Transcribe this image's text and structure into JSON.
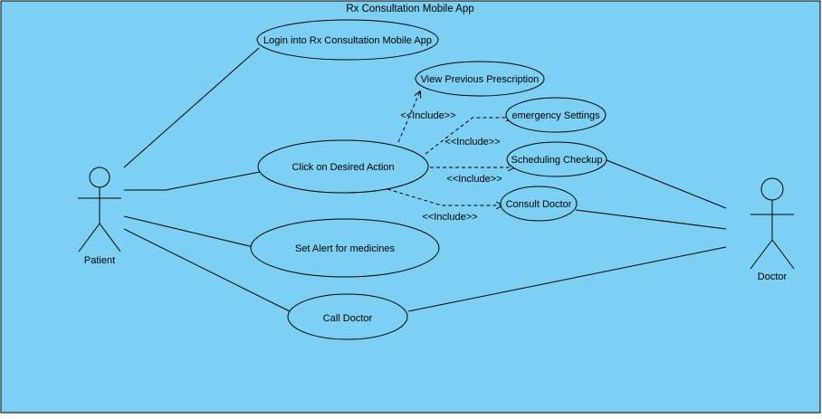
{
  "system": {
    "title": "Rx Consultation Mobile App",
    "background_color": "#7dcff3"
  },
  "actors": [
    {
      "id": "patient",
      "name": "Patient"
    },
    {
      "id": "doctor",
      "name": "Doctor"
    }
  ],
  "use_cases": [
    {
      "id": "login",
      "label": "Login into Rx Consultation Mobile App"
    },
    {
      "id": "view",
      "label": "View Previous Prescription"
    },
    {
      "id": "emergency",
      "label": "emergency Settings"
    },
    {
      "id": "click",
      "label": "Click on Desired Action"
    },
    {
      "id": "sched",
      "label": "Scheduling Checkup"
    },
    {
      "id": "consult",
      "label": "Consult Doctor"
    },
    {
      "id": "alert",
      "label": "Set Alert for medicines"
    },
    {
      "id": "call",
      "label": "Call Doctor"
    }
  ],
  "associations": [
    {
      "from": "patient",
      "to": "login"
    },
    {
      "from": "patient",
      "to": "click"
    },
    {
      "from": "patient",
      "to": "alert"
    },
    {
      "from": "patient",
      "to": "call"
    },
    {
      "from": "doctor",
      "to": "sched"
    },
    {
      "from": "doctor",
      "to": "consult"
    },
    {
      "from": "doctor",
      "to": "call"
    }
  ],
  "includes": [
    {
      "from": "click",
      "to": "view",
      "label": "<<Include>>"
    },
    {
      "from": "click",
      "to": "emergency",
      "label": "<<Include>>"
    },
    {
      "from": "click",
      "to": "sched",
      "label": "<<Include>>"
    },
    {
      "from": "click",
      "to": "consult",
      "label": "<<Include>>"
    }
  ]
}
